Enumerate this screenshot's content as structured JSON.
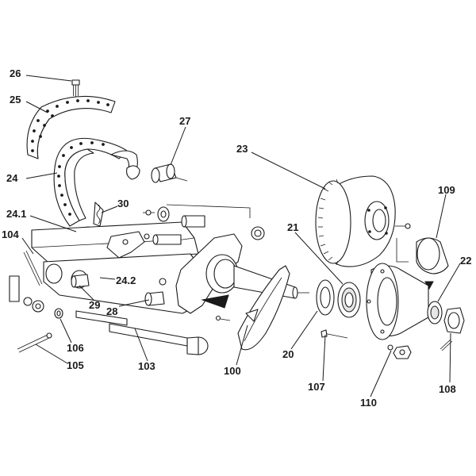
{
  "figure": {
    "type": "exploded-parts-diagram",
    "colors": {
      "ink": "#1a1a1a",
      "background": "#ffffff",
      "shade": "#e6e6e6"
    },
    "callouts": [
      {
        "id": "c26",
        "label": "26"
      },
      {
        "id": "c25",
        "label": "25"
      },
      {
        "id": "c27",
        "label": "27"
      },
      {
        "id": "c24",
        "label": "24"
      },
      {
        "id": "c23",
        "label": "23"
      },
      {
        "id": "c109",
        "label": "109"
      },
      {
        "id": "c30",
        "label": "30"
      },
      {
        "id": "c241",
        "label": "24.1"
      },
      {
        "id": "c104",
        "label": "104"
      },
      {
        "id": "c21",
        "label": "21"
      },
      {
        "id": "c22",
        "label": "22"
      },
      {
        "id": "c242",
        "label": "24.2"
      },
      {
        "id": "c29",
        "label": "29"
      },
      {
        "id": "c28",
        "label": "28"
      },
      {
        "id": "c106",
        "label": "106"
      },
      {
        "id": "c105",
        "label": "105"
      },
      {
        "id": "c103",
        "label": "103"
      },
      {
        "id": "c100",
        "label": "100"
      },
      {
        "id": "c20",
        "label": "20"
      },
      {
        "id": "c107",
        "label": "107"
      },
      {
        "id": "c110",
        "label": "110"
      },
      {
        "id": "c108",
        "label": "108"
      }
    ]
  }
}
